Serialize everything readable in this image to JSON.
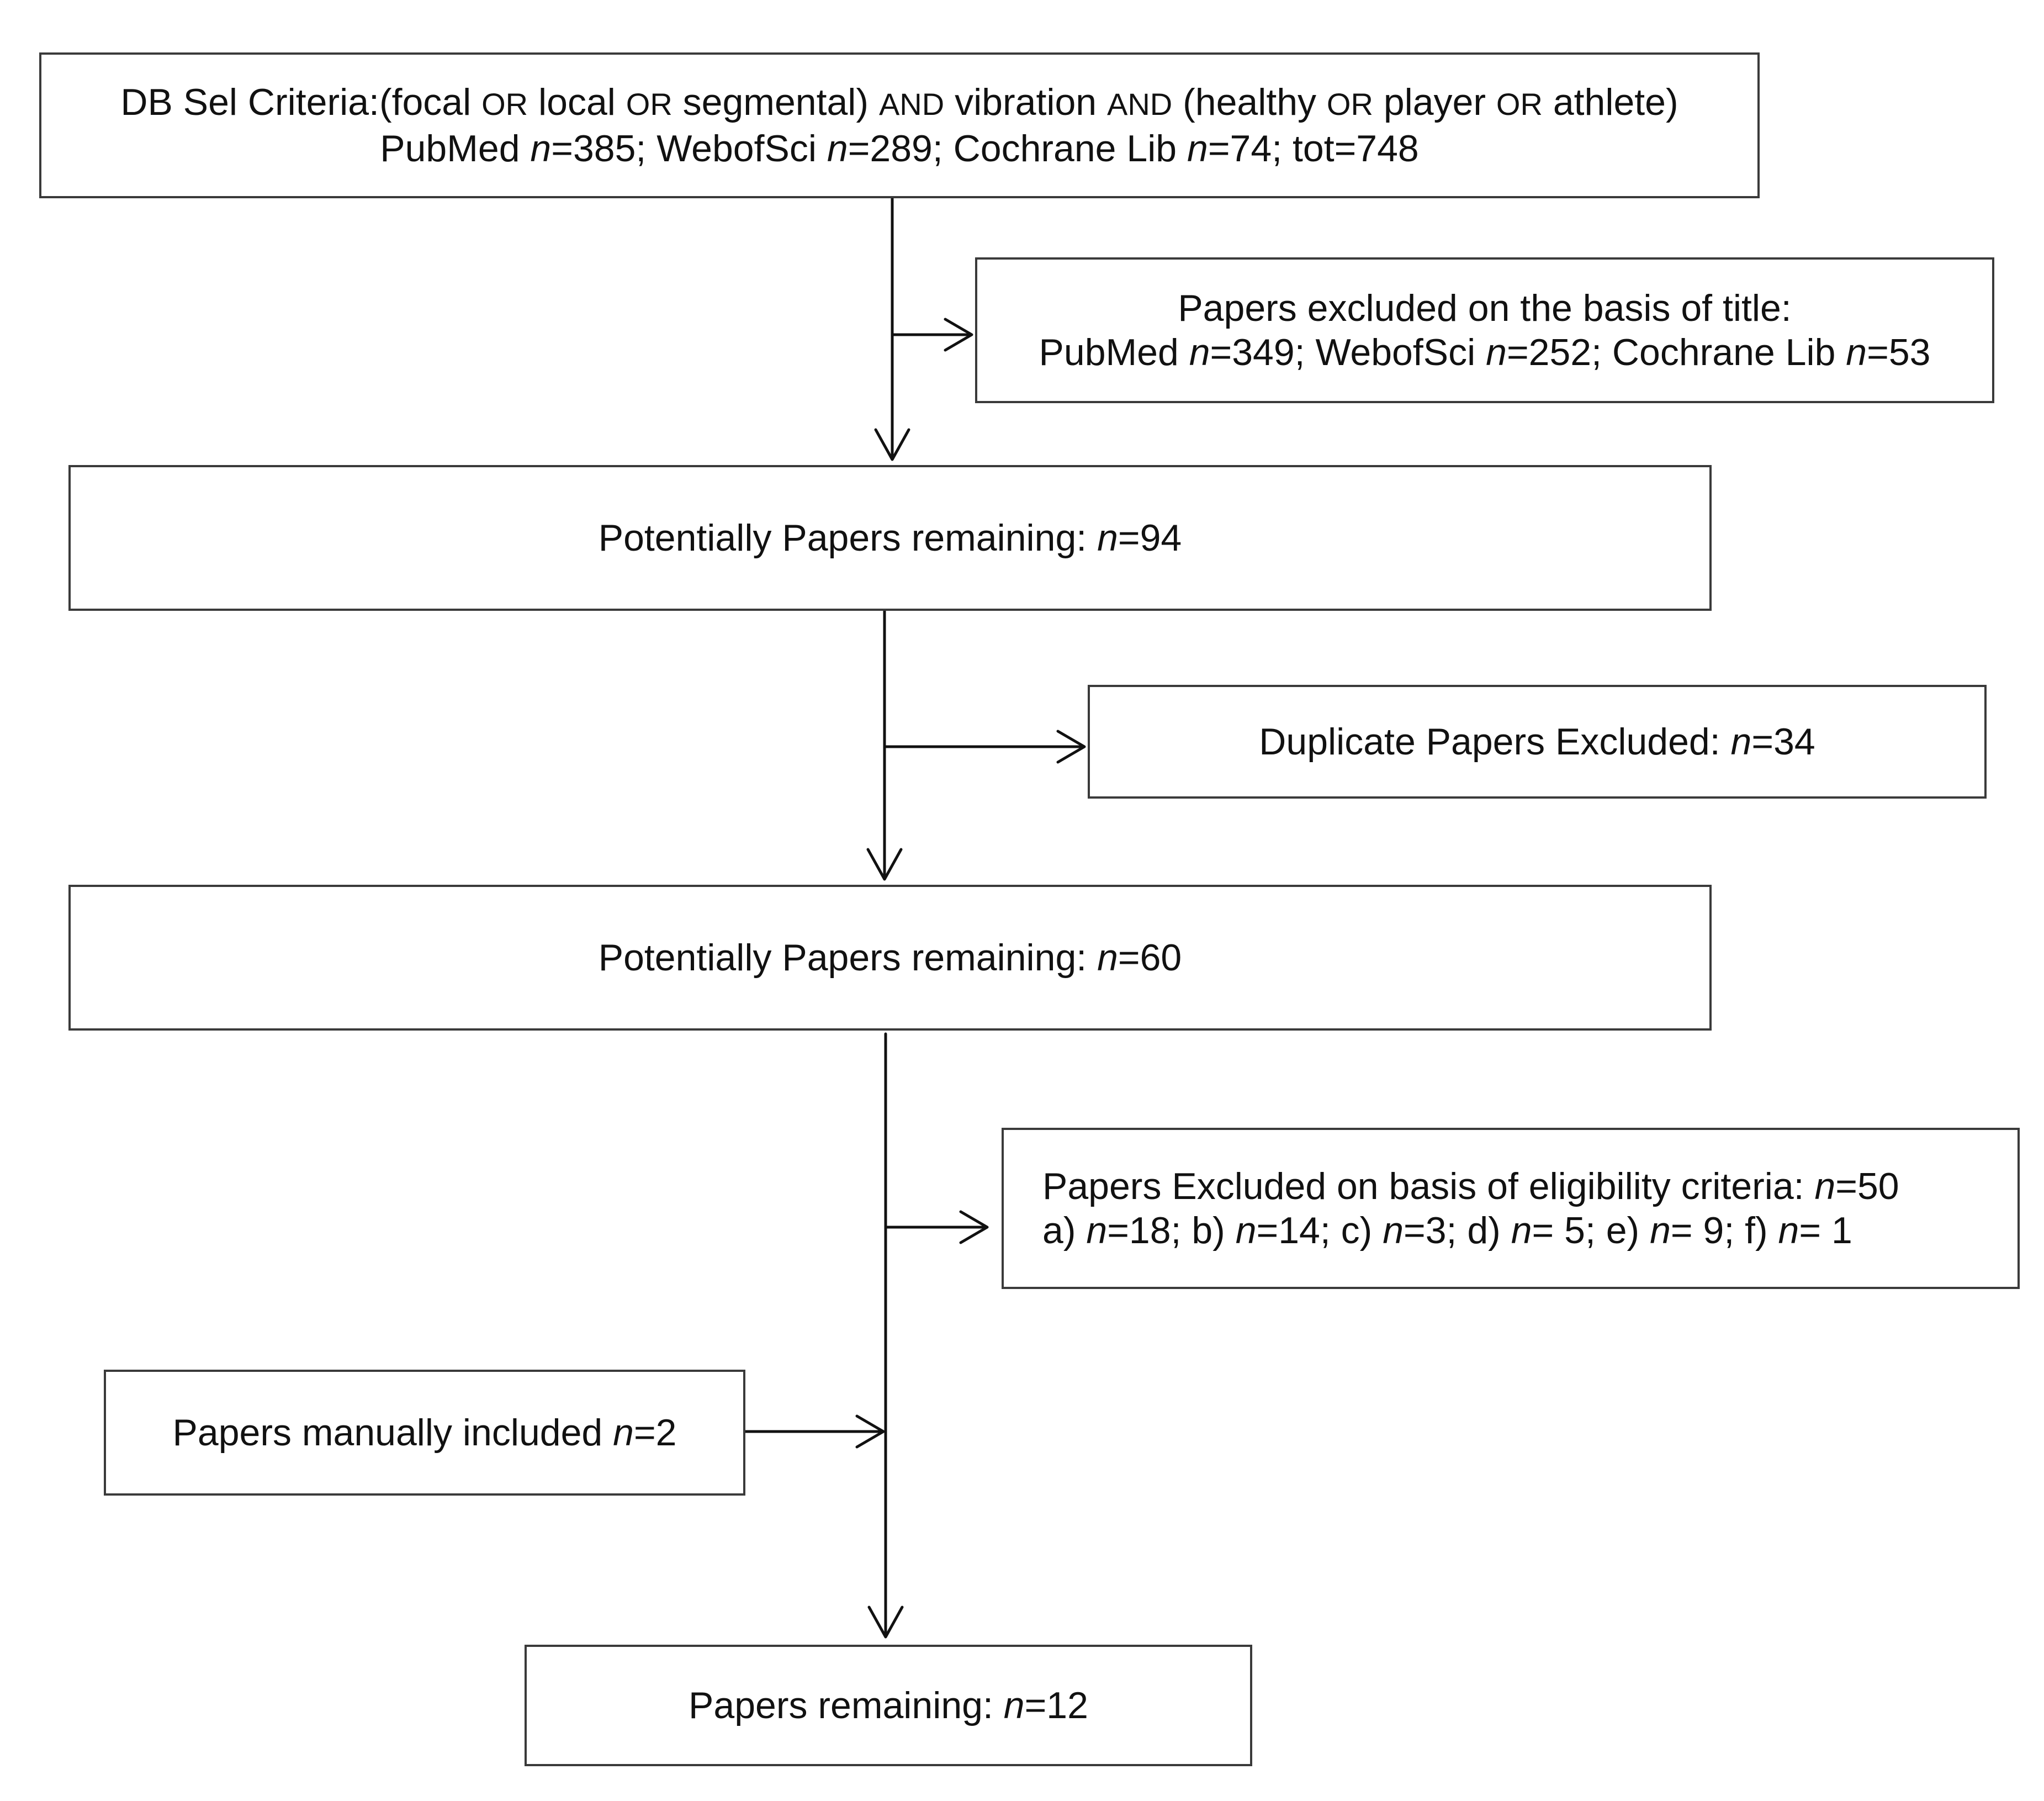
{
  "boxes": {
    "search": {
      "line1": {
        "prefix": "DB Sel Criteria:(focal ",
        "or1": "OR",
        "mid1": " local ",
        "or2": "OR",
        "mid2": " segmental) ",
        "and1": "AND",
        "mid3": " vibration ",
        "and2": "AND",
        "mid4": " (healthy ",
        "or3": "OR",
        "mid5": " player ",
        "or4": "OR",
        "suffix": " athlete)"
      },
      "line2": {
        "pubmed_label": "PubMed ",
        "n1": "n",
        "pubmed_value": "=385; WebofSci ",
        "n2": "n",
        "wos_value": "=289; Cochrane Lib ",
        "n3": "n",
        "cochrane_value": "=74; tot=748"
      }
    },
    "title_excluded": {
      "line1": "Papers excluded on the basis of title:",
      "line2": {
        "pubmed_label": "PubMed ",
        "n1": "n",
        "pubmed_value": "=349; WebofSci ",
        "n2": "n",
        "wos_value": "=252; Cochrane Lib ",
        "n3": "n",
        "cochrane_value": "=53"
      }
    },
    "remaining_94": {
      "label": "Potentially Papers remaining: ",
      "n": "n",
      "value": "=94"
    },
    "duplicates": {
      "label": "Duplicate Papers Excluded: ",
      "n": "n",
      "value": "=34"
    },
    "remaining_60": {
      "label": "Potentially Papers remaining: ",
      "n": "n",
      "value": "=60"
    },
    "eligibility": {
      "line1": {
        "label": "Papers Excluded on basis of eligibility criteria:  ",
        "n": "n",
        "value": "=50"
      },
      "line2": {
        "a": "a) ",
        "na": "n",
        "va": "=18; b) ",
        "nb": "n",
        "vb": "=14; c) ",
        "nc": "n",
        "vc": "=3; d) ",
        "nd": "n",
        "vd": "= 5; e) ",
        "ne": "n",
        "ve": "= 9; f) ",
        "nf": "n",
        "vf": "= 1"
      }
    },
    "manual": {
      "label": "Papers manually included  ",
      "n": "n",
      "value": "=2"
    },
    "final": {
      "label": "Papers remaining: ",
      "n": "n",
      "value": "=12"
    }
  },
  "colors": {
    "line": "#111111",
    "border": "#3a3a3a",
    "background": "#ffffff"
  }
}
